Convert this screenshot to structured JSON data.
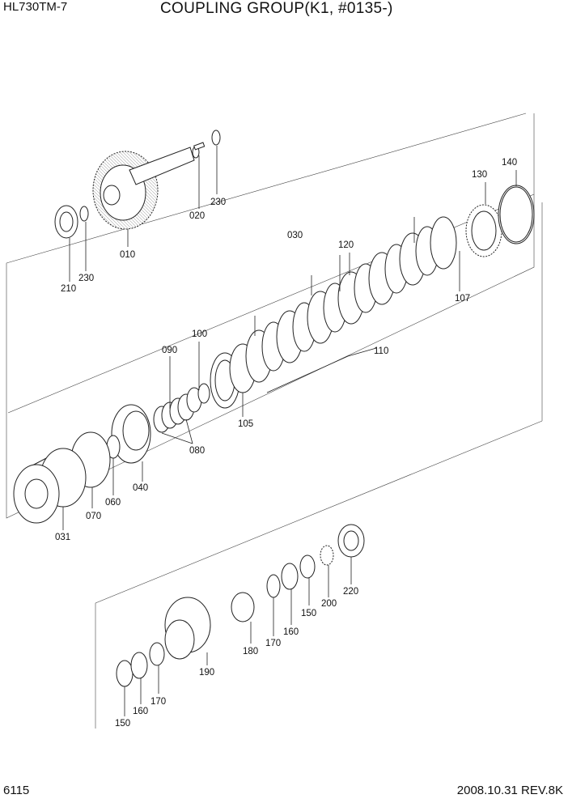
{
  "header": {
    "model": "HL730TM-7",
    "title": "COUPLING GROUP(K1, #0135-)"
  },
  "footer": {
    "page_number": "6115",
    "revision": "2008.10.31  REV.8K"
  },
  "parts": {
    "p010": "010",
    "p020": "020",
    "p230a": "230",
    "p230b": "230",
    "p210": "210",
    "p030": "030",
    "p031": "031",
    "p040": "040",
    "p060": "060",
    "p070": "070",
    "p080": "080",
    "p090": "090",
    "p100": "100",
    "p105": "105",
    "p107": "107",
    "p110": "110",
    "p120": "120",
    "p130": "130",
    "p140": "140",
    "p150a": "150",
    "p150b": "150",
    "p160a": "160",
    "p160b": "160",
    "p170a": "170",
    "p170b": "170",
    "p180": "180",
    "p190": "190",
    "p200": "200",
    "p220": "220"
  }
}
